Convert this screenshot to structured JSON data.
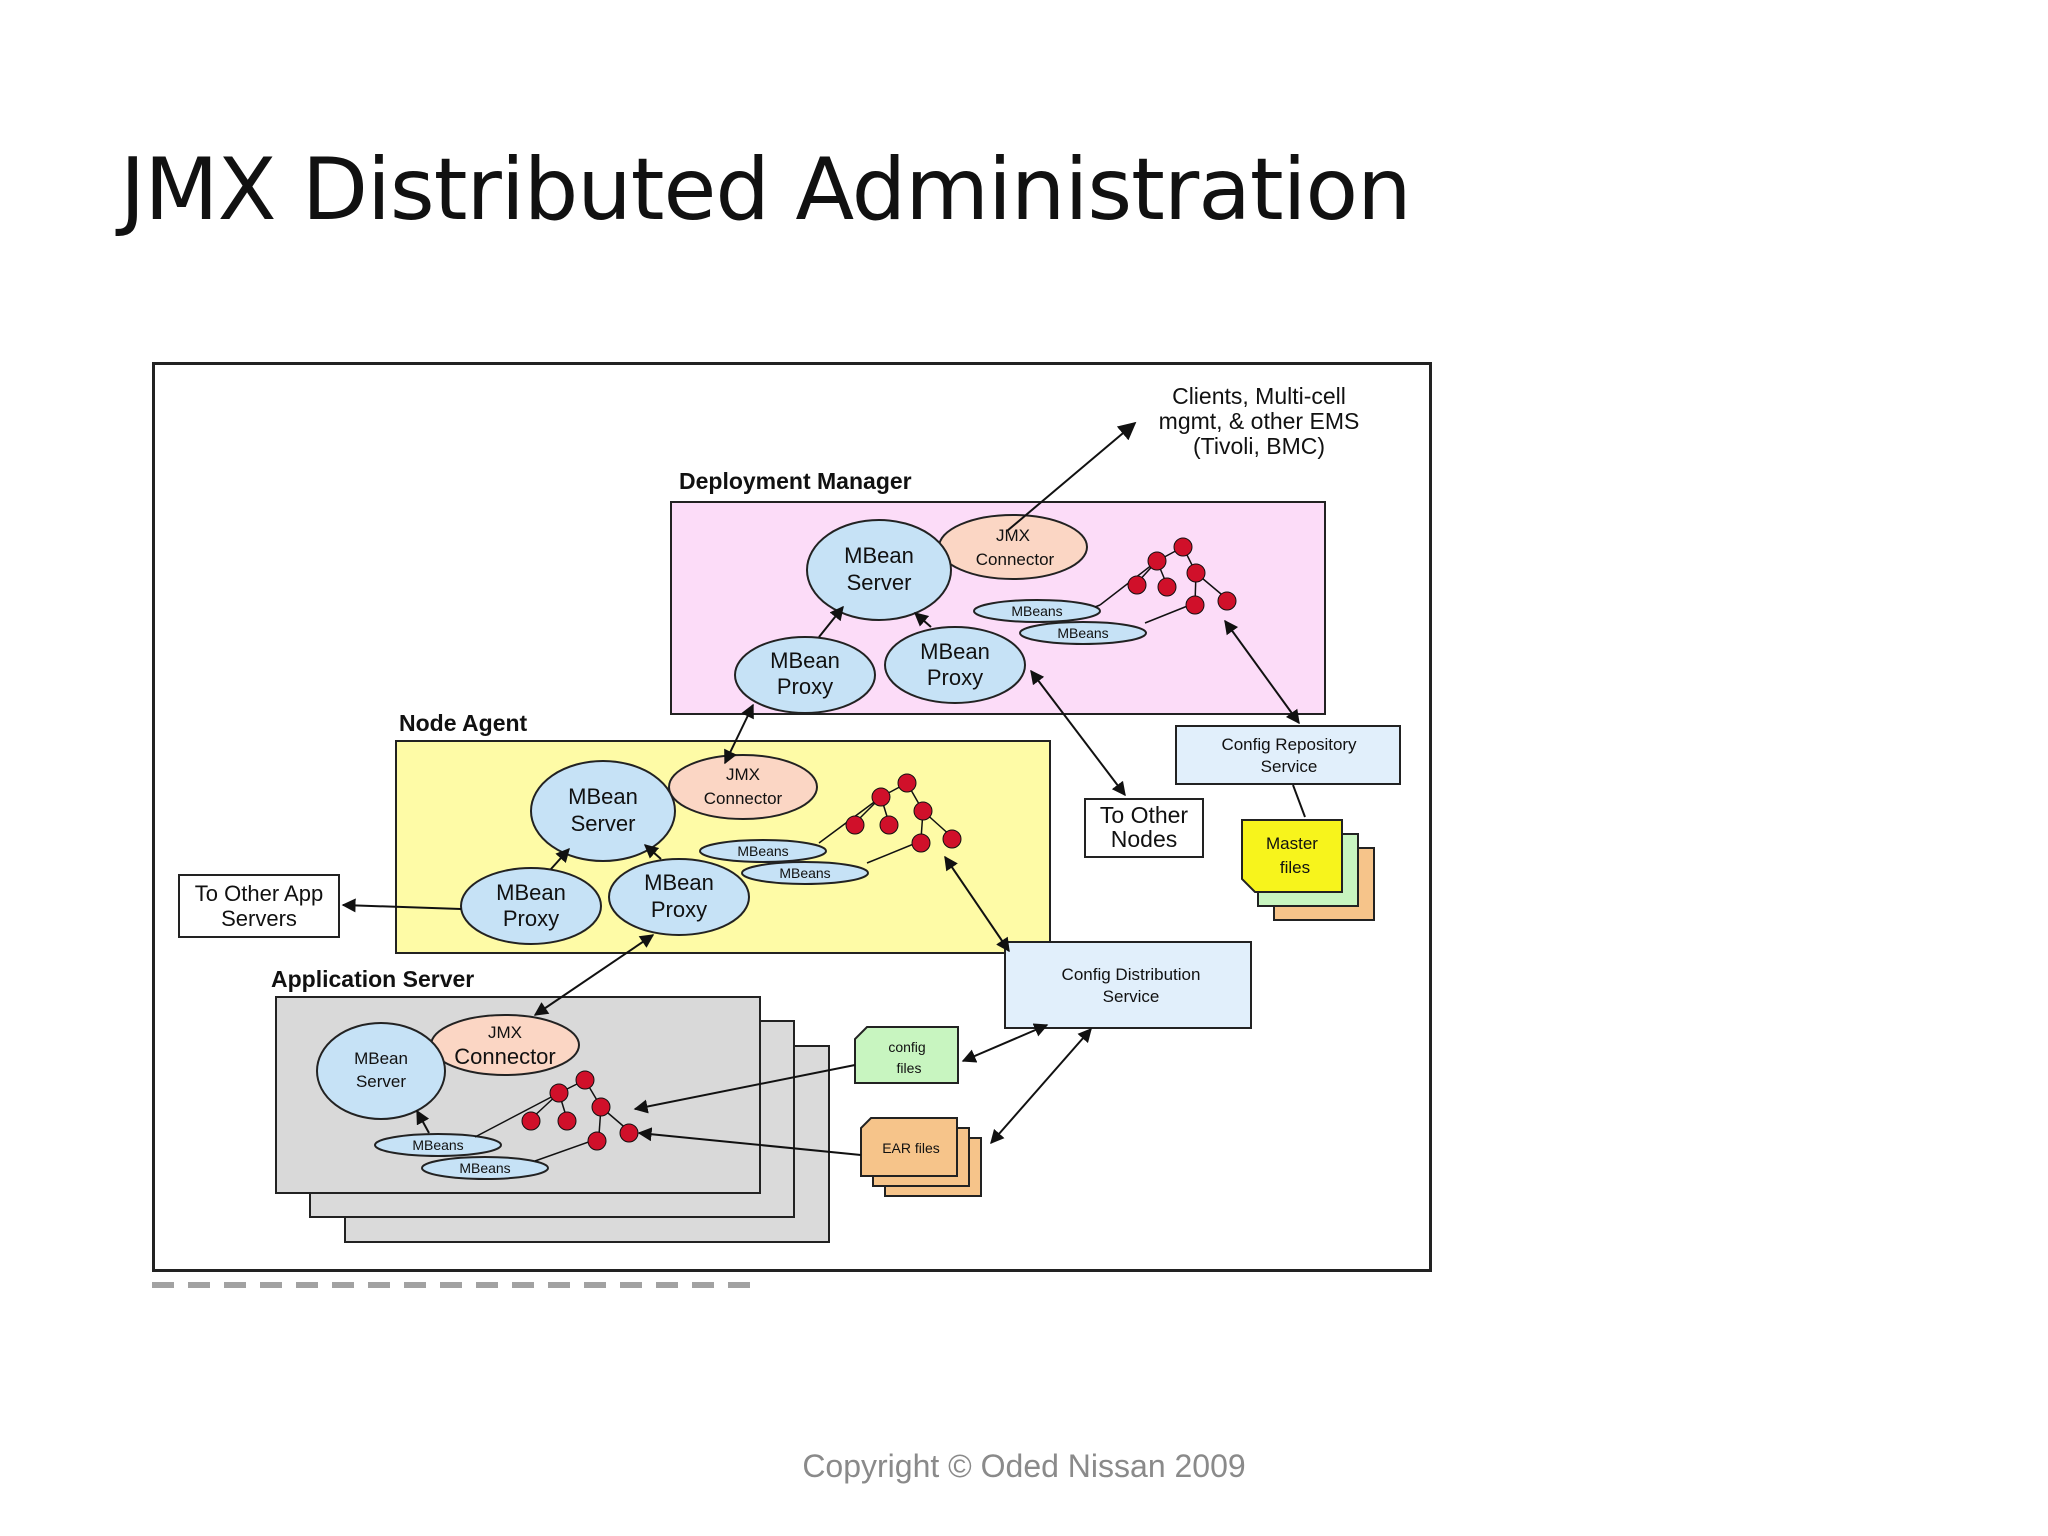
{
  "slide": {
    "title": "JMX Distributed Administration",
    "copyright": "Copyright © Oded Nissan 2009"
  },
  "diagram": {
    "clients": [
      "Clients, Multi-cell",
      "mgmt, & other EMS",
      "(Tivoli, BMC)"
    ],
    "deployment_manager": {
      "label": "Deployment Manager",
      "mbean_server": [
        "MBean",
        "Server"
      ],
      "jmx_connector": [
        "JMX",
        "Connector"
      ],
      "proxy_left": [
        "MBean",
        "Proxy"
      ],
      "proxy_right": [
        "MBean",
        "Proxy"
      ],
      "mbeans": [
        "MBeans",
        "MBeans"
      ]
    },
    "node_agent": {
      "label": "Node Agent",
      "mbean_server": [
        "MBean",
        "Server"
      ],
      "jmx_connector": [
        "JMX",
        "Connector"
      ],
      "proxy_left": [
        "MBean",
        "Proxy"
      ],
      "proxy_right": [
        "MBean",
        "Proxy"
      ],
      "mbeans": [
        "MBeans",
        "MBeans"
      ]
    },
    "application_server": {
      "label": "Application Server",
      "mbean_server": [
        "MBean",
        "Server"
      ],
      "jmx_connector": [
        "JMX",
        "Connector"
      ],
      "mbeans": [
        "MBeans",
        "MBeans"
      ]
    },
    "config_repository": [
      "Config Repository",
      "Service"
    ],
    "master_files": [
      "Master",
      "files"
    ],
    "to_other_nodes": [
      "To Other",
      "Nodes"
    ],
    "to_other_app_servers": [
      "To Other App",
      "Servers"
    ],
    "config_distribution": [
      "Config Distribution",
      "Service"
    ],
    "config_files": [
      "config",
      "files"
    ],
    "ear_files": "EAR files"
  },
  "colors": {
    "deployment_manager_bg": "#fcdcf8",
    "node_agent_bg": "#fefba6",
    "app_server_bg": "#d9d9d9",
    "mbean_ellipse": "#c6e2f6",
    "connector_ellipse": "#fbd6c4",
    "mbean_dot": "#d0102a",
    "service_box": "#e1effb",
    "master_files": "#f7f41c",
    "config_files": "#c8f5c0",
    "ear_files": "#f6c48a"
  }
}
